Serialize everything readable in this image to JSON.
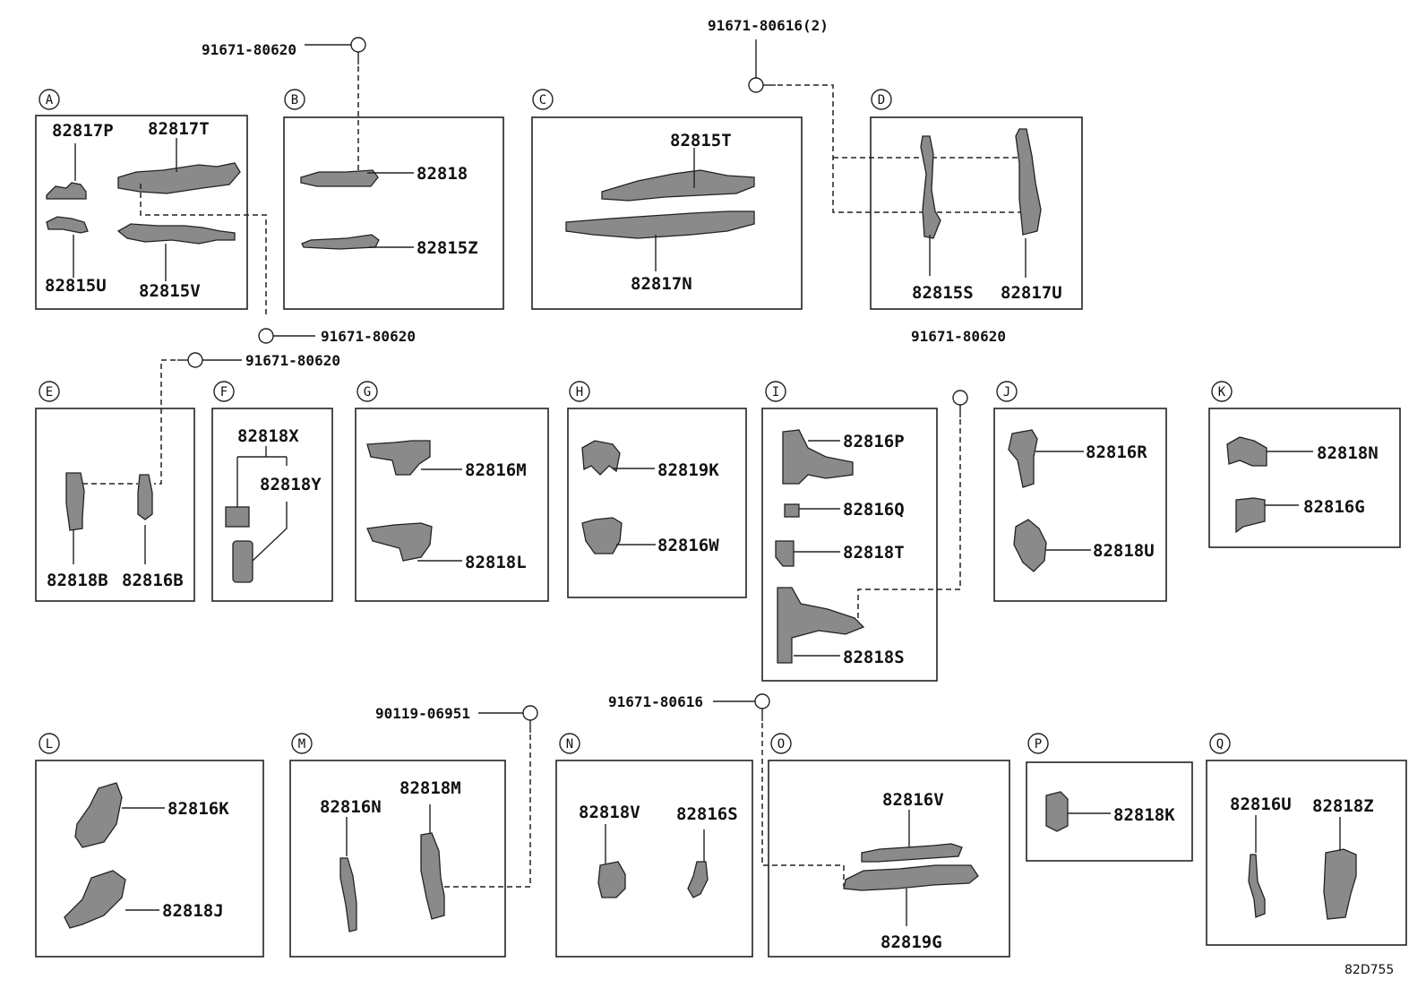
{
  "diagram": {
    "ref_code": "82D755",
    "sections": {
      "A": {
        "letter": "A",
        "parts": [
          "82817P",
          "82817T",
          "82815U",
          "82815V"
        ]
      },
      "B": {
        "letter": "B",
        "parts": [
          "82818",
          "82815Z"
        ]
      },
      "C": {
        "letter": "C",
        "parts": [
          "82815T",
          "82817N"
        ]
      },
      "D": {
        "letter": "D",
        "parts": [
          "82815S",
          "82817U"
        ]
      },
      "E": {
        "letter": "E",
        "parts": [
          "82818B",
          "82816B"
        ]
      },
      "F": {
        "letter": "F",
        "parts": [
          "82818X",
          "82818Y"
        ]
      },
      "G": {
        "letter": "G",
        "parts": [
          "82816M",
          "82818L"
        ]
      },
      "H": {
        "letter": "H",
        "parts": [
          "82819K",
          "82816W"
        ]
      },
      "I": {
        "letter": "I",
        "parts": [
          "82816P",
          "82816Q",
          "82818T",
          "82818S"
        ]
      },
      "J": {
        "letter": "J",
        "parts": [
          "82816R",
          "82818U"
        ]
      },
      "K": {
        "letter": "K",
        "parts": [
          "82818N",
          "82816G"
        ]
      },
      "L": {
        "letter": "L",
        "parts": [
          "82816K",
          "82818J"
        ]
      },
      "M": {
        "letter": "M",
        "parts": [
          "82816N",
          "82818M"
        ]
      },
      "N": {
        "letter": "N",
        "parts": [
          "82818V",
          "82816S"
        ]
      },
      "O": {
        "letter": "O",
        "parts": [
          "82816V",
          "82819G"
        ]
      },
      "P": {
        "letter": "P",
        "parts": [
          "82818K"
        ]
      },
      "Q": {
        "letter": "Q",
        "parts": [
          "82816U",
          "82818Z"
        ]
      }
    },
    "bolts": {
      "b1": "91671-80620",
      "b2": "91671-80616(2)",
      "b3": "91671-80620",
      "b4": "91671-80620",
      "b5": "91671-80620",
      "b6": "90119-06951",
      "b7": "91671-80616"
    }
  }
}
